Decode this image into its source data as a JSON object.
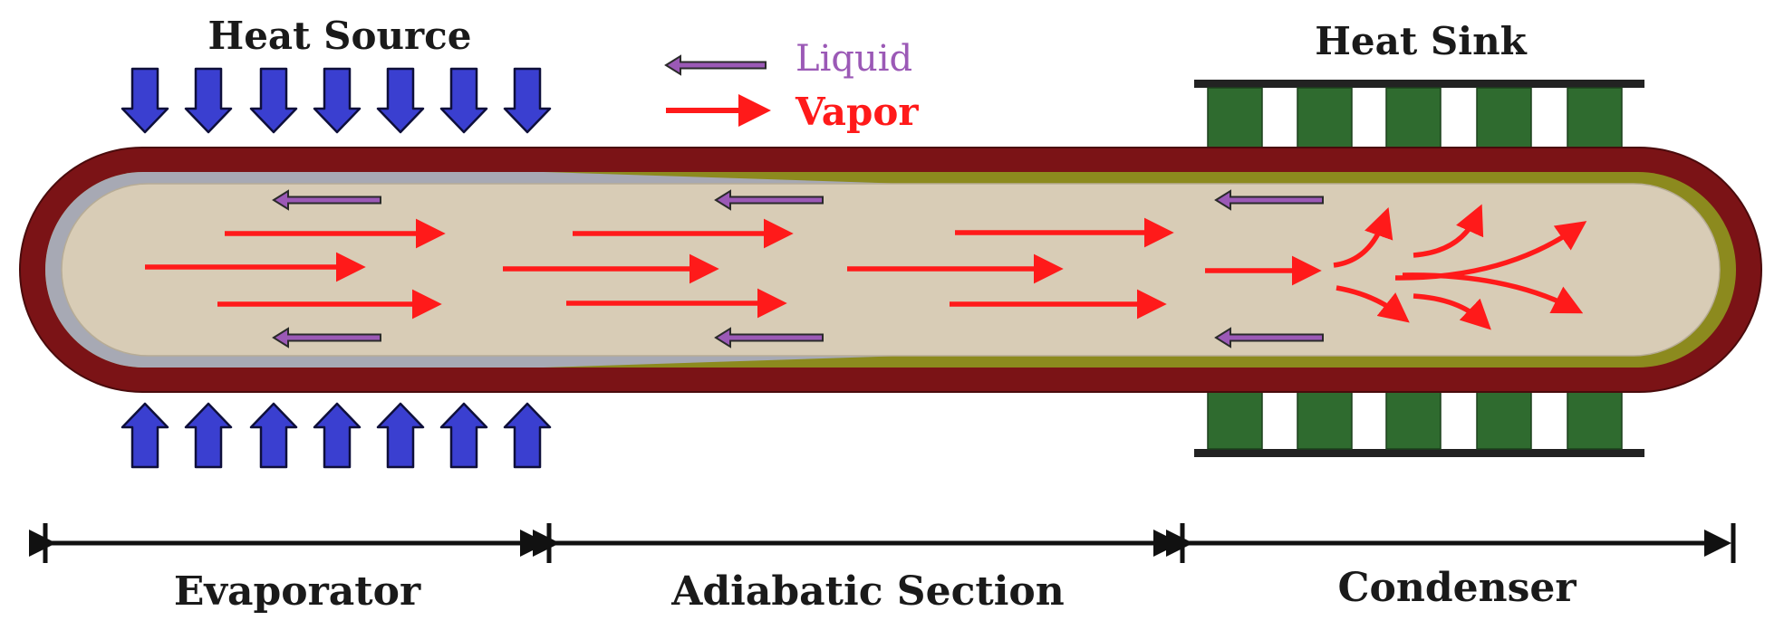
{
  "labels": {
    "heat_source": "Heat Source",
    "heat_sink": "Heat Sink",
    "evaporator": "Evaporator",
    "adiabatic": "Adiabatic Section",
    "condenser": "Condenser"
  },
  "legend": {
    "liquid": "Liquid",
    "vapor": "Vapor"
  },
  "colors": {
    "heat_arrow": "#3a3fd0",
    "liquid": "#9b59b6",
    "vapor": "#ff1a1a",
    "outer_wall": "#7b1316",
    "wick_evaporator": "#a7a9b4",
    "wick_condenser": "#8c8a1e",
    "core": "#d8ccb6",
    "fin": "#2f6b2f",
    "text": "#1a1a1a"
  },
  "icons": {
    "heat_arrow": "block-arrow-icon",
    "flow_arrow": "flow-arrow-icon",
    "dimension_bracket": "dimension-line-icon"
  }
}
